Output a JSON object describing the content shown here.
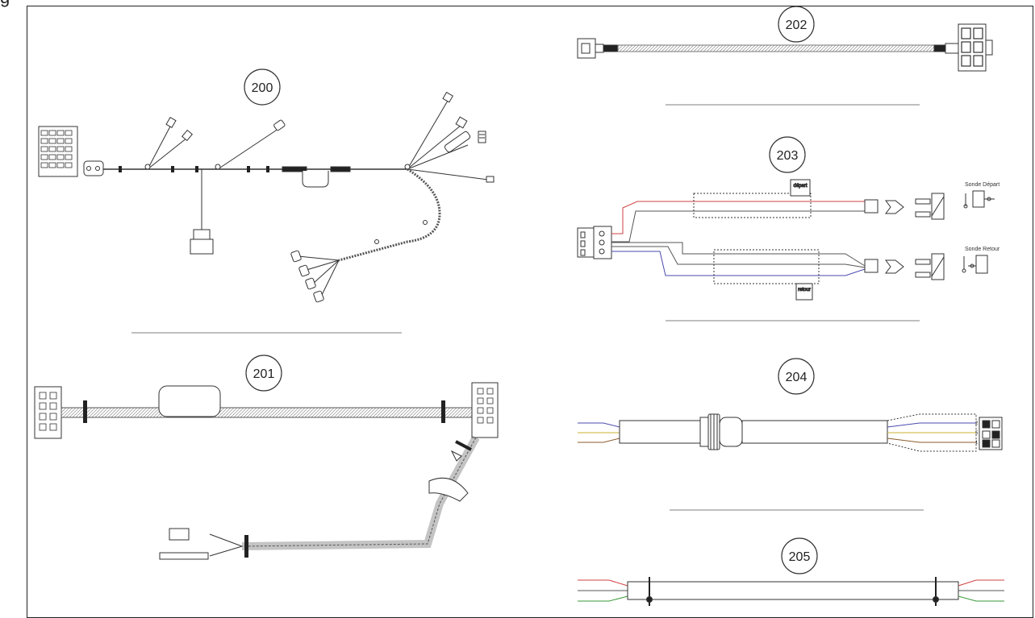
{
  "header": {
    "fragment": "g"
  },
  "parts": [
    {
      "id": "p200",
      "label": "200"
    },
    {
      "id": "p201",
      "label": "201"
    },
    {
      "id": "p202",
      "label": "202"
    },
    {
      "id": "p203",
      "label": "203"
    },
    {
      "id": "p204",
      "label": "204"
    },
    {
      "id": "p205",
      "label": "205"
    }
  ],
  "p203_text": {
    "probe_top": "Sonde Départ",
    "probe_bottom": "Sonde Retour",
    "tag_top": "départ",
    "tag_bottom": "retour"
  },
  "p204_pins": [
    "2",
    "5",
    "1"
  ],
  "colors": {
    "line": "#333333",
    "wire_red": "#d04040",
    "wire_blue": "#4a4ab0",
    "wire_green": "#3a9a3a",
    "wire_yellow": "#c8b030",
    "wire_brown": "#8a5a2a"
  }
}
